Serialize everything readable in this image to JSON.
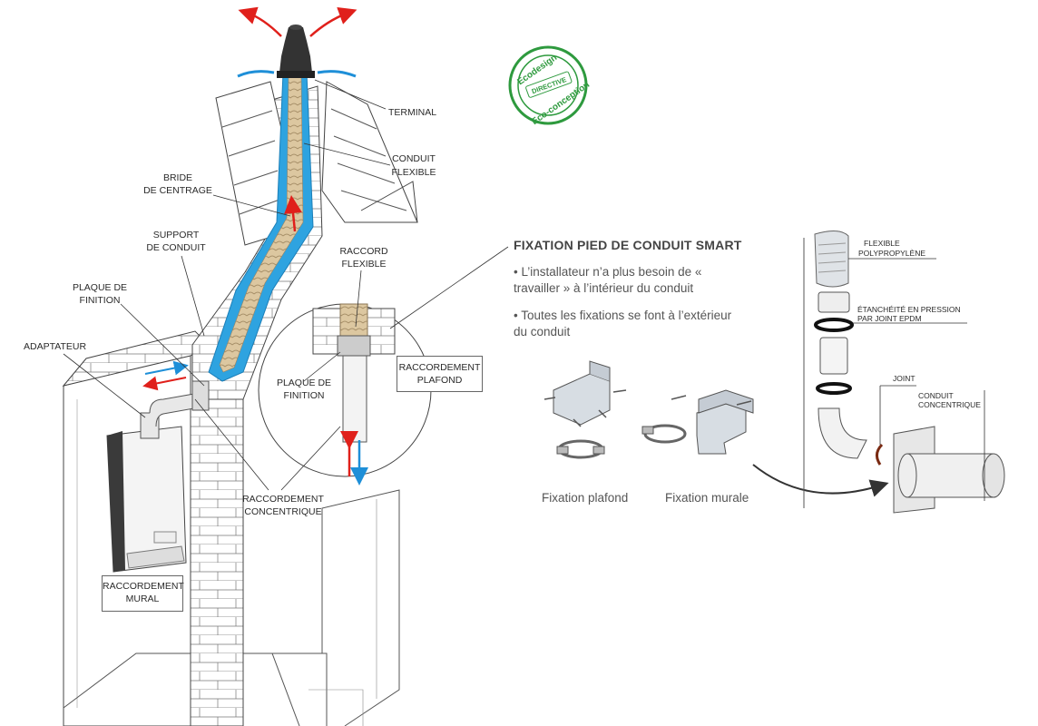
{
  "labels": {
    "terminal": "TERMINAL",
    "conduit_flexible_1": "CONDUIT",
    "conduit_flexible_2": "FLEXIBLE",
    "bride_1": "BRIDE",
    "bride_2": "DE CENTRAGE",
    "support_1": "SUPPORT",
    "support_2": "DE CONDUIT",
    "plaque_1": "PLAQUE DE",
    "plaque_2": "FINITION",
    "adaptateur": "ADAPTATEUR",
    "raccord_flexible_1": "RACCORD",
    "raccord_flexible_2": "FLEXIBLE",
    "plaque_inset_1": "PLAQUE DE",
    "plaque_inset_2": "FINITION",
    "raccordement_concentrique_1": "RACCORDEMENT",
    "raccordement_concentrique_2": "CONCENTRIQUE",
    "raccordement_plafond_1": "RACCORDEMENT",
    "raccordement_plafond_2": "PLAFOND",
    "raccordement_mural_1": "RACCORDEMENT",
    "raccordement_mural_2": "MURAL"
  },
  "badge": {
    "top": "Ecodesign",
    "middle": "DIRECTIVE",
    "bottom": "Eco-conception",
    "color": "#2e9a3e"
  },
  "fixation": {
    "title": "FIXATION PIED DE CONDUIT SMART",
    "bullet1": "• L’installateur n’a plus besoin de « travailler » à l’intérieur du conduit",
    "bullet2": "• Toutes les fixations se font à l’extérieur du conduit",
    "caption_plafond": "Fixation plafond",
    "caption_murale": "Fixation murale"
  },
  "exploded": {
    "flexible_1": "FLEXIBLE",
    "flexible_2": "POLYPROPYLÈNE",
    "etancheite_1": "ÉTANCHÉITÉ EN PRESSION",
    "etancheite_2": "PAR JOINT EPDM",
    "joint": "JOINT",
    "conduit_1": "CONDUIT",
    "conduit_2": "CONCENTRIQUE"
  },
  "colors": {
    "duct_blue": "#2ea3e0",
    "flexible_tan": "#d9c39a",
    "arrow_red": "#e0201b",
    "arrow_blue": "#1e8fd8",
    "badge_green": "#2e9a3e"
  }
}
